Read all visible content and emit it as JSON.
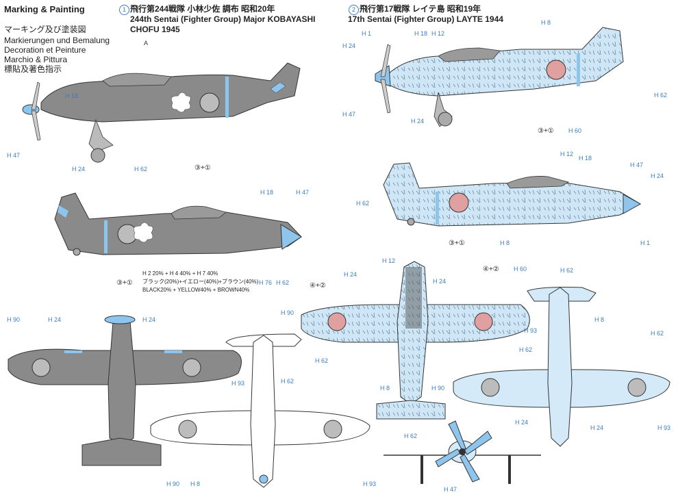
{
  "title": "Marking & Painting",
  "languages": [
    "マーキング及び塗装図",
    "Markierungen und Bemalung",
    "Decoration et Peinture",
    "Marchio & Pittura",
    "標貼及著色指示"
  ],
  "scheme1": {
    "number": "1",
    "line1": "飛行第244戦隊  小林少佐  調布  昭和20年",
    "line2": "244th  Sentai  (Fighter Group)  Major  KOBAYASHI",
    "line3": "CHOFU  1945"
  },
  "scheme2": {
    "number": "2",
    "line1": "飛行第17戦隊  レイテ島  昭和19年",
    "line2": "17th  Sentai  (Fighter Group)  LAYTE  1944"
  },
  "paint_mix": {
    "line1": "H 2 20% + H 4 40% + H 7 40%",
    "line2": "ブラック(20%)+イエロー(40%)+ブラウン(40%)",
    "line3": "BLACK20% + YELLOW40% + BROWN40%"
  },
  "labels": {
    "h1": "H 1",
    "h8": "H 8",
    "h12": "H 12",
    "h18": "H 18",
    "h24": "H 24",
    "h47": "H 47",
    "h60": "H 60",
    "h62": "H 62",
    "h76": "H 76",
    "h90": "H 90",
    "h93": "H 93",
    "plus1": "③+①",
    "plus2": "④+②",
    "a": "A"
  },
  "colors": {
    "gray": "#8a8a8a",
    "blue": "#8ec5ec",
    "light_blue": "#d4eaf8",
    "line": "#333333",
    "accent": "#3a7cc0"
  }
}
